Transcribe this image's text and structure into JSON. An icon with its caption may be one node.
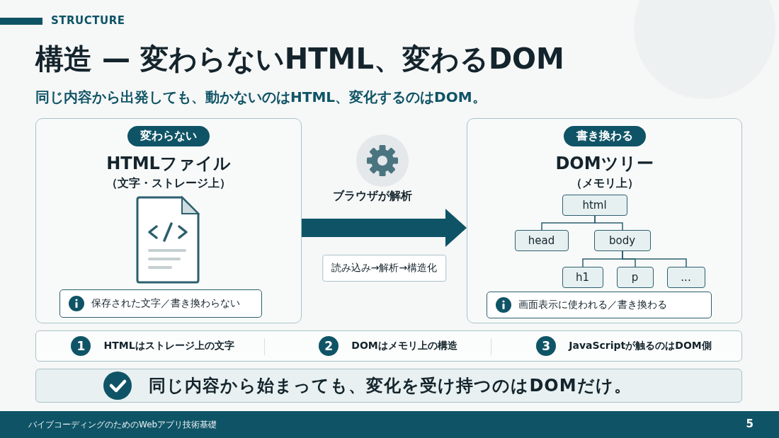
{
  "diagram": {
    "title": "構造 — 変わらないHTML、変わるDOM",
    "nodes": [
      {
        "text": [
          "変わらない",
          "HTMLファイル",
          "（文字・ストレージ上）"
        ]
      },
      {
        "text": [
          "保存された文字／書き換わらない"
        ],
        "in": 0
      },
      {
        "text": [
          "書き換わる",
          "DOMツリー",
          "（メモリ上）"
        ]
      },
      {
        "text": [
          "html"
        ],
        "in": 2
      },
      {
        "text": [
          "head"
        ],
        "in": 2
      },
      {
        "text": [
          "body"
        ],
        "in": 2
      },
      {
        "text": [
          "h1"
        ],
        "in": 2
      },
      {
        "text": [
          "p"
        ],
        "in": 2
      },
      {
        "text": [
          "..."
        ],
        "in": 2
      },
      {
        "text": [
          "画面表示に使われる／書き換わる"
        ],
        "in": 2
      },
      {
        "text": [],
        "shape": "box"
      },
      {
        "text": [
          "1",
          "HTMLはストレージ上の文字"
        ],
        "in": 10
      },
      {
        "text": [
          "2",
          "DOMはメモリ上の構造"
        ],
        "in": 10
      },
      {
        "text": [
          "3",
          "JavaScriptが触るのはDOM側"
        ],
        "in": 10
      },
      {
        "text": [
          "同じ内容から始まっても、変化を受け持つのはDOMだけ。"
        ]
      }
    ],
    "edges": [
      {
        "from": 0,
        "to": 2,
        "arrow": "to",
        "style": "thick",
        "label": "読み込み→解析→構造化"
      },
      {
        "from": 3,
        "to": 4,
        "arrow": "none"
      },
      {
        "from": 3,
        "to": 5,
        "arrow": "none"
      },
      {
        "from": 5,
        "to": 6,
        "arrow": "none"
      },
      {
        "from": 5,
        "to": 7,
        "arrow": "none"
      },
      {
        "from": 5,
        "to": 8,
        "arrow": "none"
      }
    ],
    "labels": [
      "STRUCTURE",
      "同じ内容から出発しても、動かないのはHTML、変化するのはDOM。",
      "ブラウザが解析",
      "バイブコーディングのためのWebアプリ技術基礎",
      "5"
    ]
  }
}
